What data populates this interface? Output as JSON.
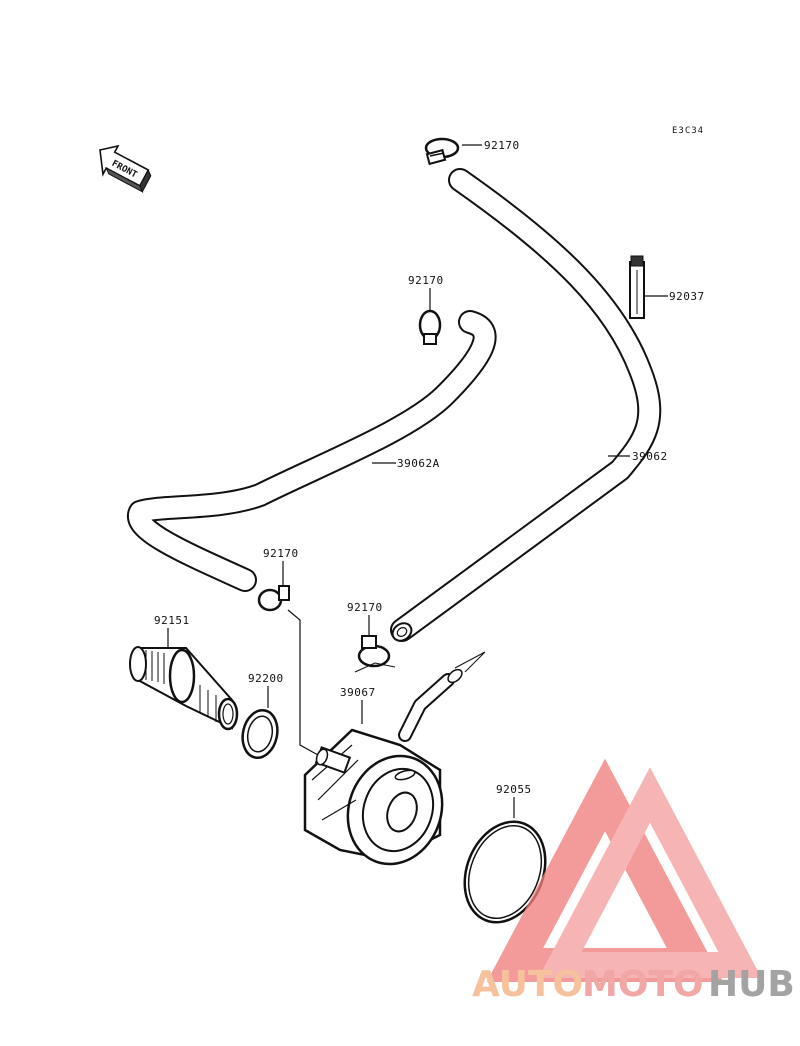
{
  "diagram": {
    "sheet_code": "E3C34",
    "front_arrow_text": "FRONT",
    "labels": {
      "clamp_top": "92170",
      "clamp_upper_mid": "92170",
      "clamp_left": "92170",
      "clamp_center": "92170",
      "hose_long": "39062",
      "hose_short": "39062A",
      "grommet": "92037",
      "bolt": "92151",
      "washer": "92200",
      "oil_cooler": "39067",
      "o_ring": "92055"
    }
  },
  "watermark": {
    "part1": "AUTO",
    "part2": "MOTO",
    "part3": "HUB",
    "colors": {
      "auto": "#f4b183",
      "moto": "#ef8f8f",
      "hub": "#8a8a8a",
      "triangle": "#f08080"
    }
  }
}
